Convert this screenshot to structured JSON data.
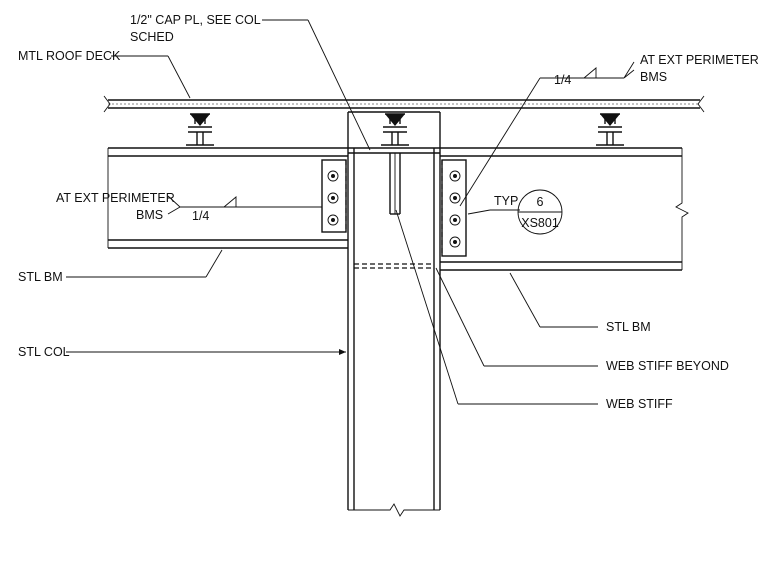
{
  "labels": {
    "cap_plate_line1": "1/2\" CAP PL, SEE COL",
    "cap_plate_line2": "SCHED",
    "roof_deck": "MTL ROOF DECK",
    "ext_perim_right_line1": "AT EXT PERIMETER",
    "ext_perim_right_line2": "BMS",
    "weld_right": "1/4",
    "ext_perim_left_line1": "AT EXT PERIMETER",
    "ext_perim_left_line2": "BMS",
    "weld_left": "1/4",
    "stl_bm_left": "STL BM",
    "stl_bm_right": "STL BM",
    "stl_col": "STL COL",
    "web_stiff_beyond": "WEB STIFF BEYOND",
    "web_stiff": "WEB STIFF",
    "typ": "TYP"
  },
  "detail_callout": {
    "number": "6",
    "sheet": "XS801"
  }
}
